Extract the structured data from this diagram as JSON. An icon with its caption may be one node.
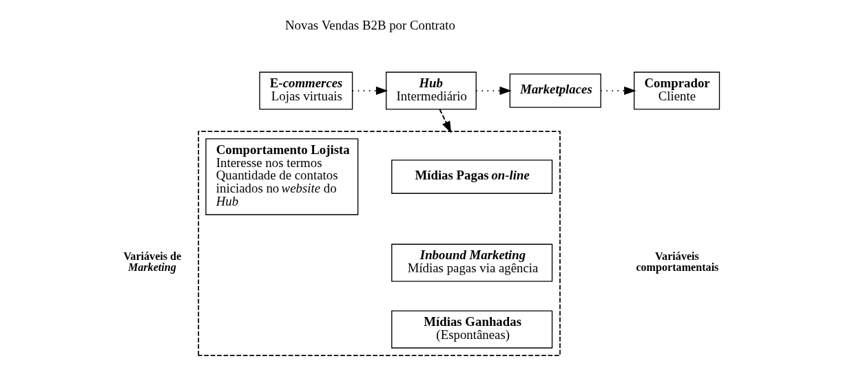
{
  "diagram": {
    "nodes": [
      {
        "text": [
          "E-*commerces*",
          "Lojas virtuais"
        ]
      },
      {
        "text": [
          "*Hub*",
          "Intermediário"
        ]
      },
      {
        "text": [
          "*Marketplaces*"
        ]
      },
      {
        "text": [
          "Comprador",
          "Cliente"
        ]
      },
      {
        "text": [],
        "shape": "box"
      },
      {
        "text": [
          "Mídias Pagas *on-line*"
        ],
        "in": 4
      },
      {
        "text": [
          "*Inbound Marketing*",
          "Mídias pagas via agência"
        ],
        "in": 4
      },
      {
        "text": [
          "Mídias Ganhadas",
          "(Espontâneas)"
        ],
        "in": 4
      },
      {
        "text": [
          "Comportamento Lojista",
          "Interesse nos termos Quantidade de contatos iniciados no *website* do *Hub*"
        ],
        "in": 4
      }
    ],
    "edges": [
      {
        "from": 0,
        "to": 1,
        "arrow": "to"
      },
      {
        "from": 1,
        "to": 2,
        "arrow": "to"
      },
      {
        "from": 2,
        "to": 3,
        "arrow": "to"
      },
      {
        "from": 1,
        "to": 4,
        "arrow": "to",
        "style": "dashed"
      }
    ],
    "labels": [
      "Novas Vendas B2B por Contrato",
      "Variáveis de *Marketing*",
      "Variáveis comportamentais"
    ]
  }
}
